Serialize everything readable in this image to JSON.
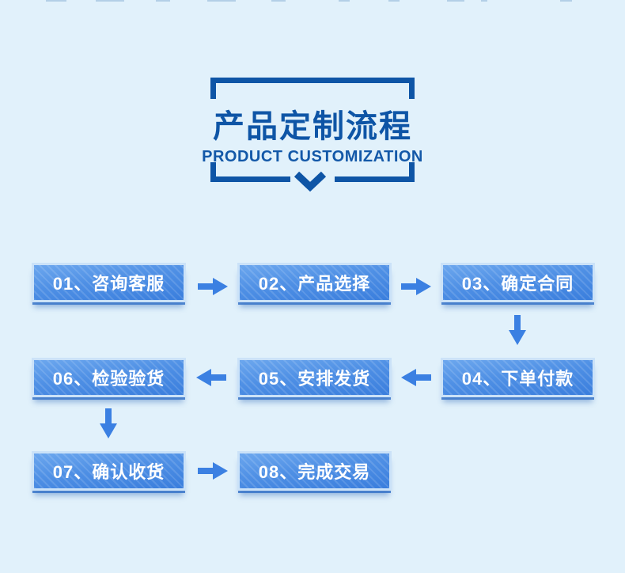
{
  "page": {
    "background": "#e1f1fb",
    "accent_navy": "#0e55a6",
    "box_gradient_top": "#6ca7ee",
    "box_gradient_bottom": "#3a7edd",
    "box_border": "#cbe2f8",
    "arrow_color": "#3b80e2",
    "box_text_color": "#ffffff"
  },
  "header": {
    "title": "产品定制流程",
    "subtitle": "PRODUCT CUSTOMIZATION",
    "decoration": "corner-bracket-frame-with-down-chevron"
  },
  "flow": {
    "steps": [
      {
        "label": "01、咨询客服"
      },
      {
        "label": "02、产品选择"
      },
      {
        "label": "03、确定合同"
      },
      {
        "label": "04、下单付款"
      },
      {
        "label": "05、安排发货"
      },
      {
        "label": "06、检验验货"
      },
      {
        "label": "07、确认收货"
      },
      {
        "label": "08、完成交易"
      }
    ],
    "connections": [
      {
        "from": "01",
        "to": "02",
        "direction": "right"
      },
      {
        "from": "02",
        "to": "03",
        "direction": "right"
      },
      {
        "from": "03",
        "to": "04",
        "direction": "down"
      },
      {
        "from": "04",
        "to": "05",
        "direction": "left"
      },
      {
        "from": "05",
        "to": "06",
        "direction": "left"
      },
      {
        "from": "06",
        "to": "07",
        "direction": "down"
      },
      {
        "from": "07",
        "to": "08",
        "direction": "right"
      }
    ]
  }
}
